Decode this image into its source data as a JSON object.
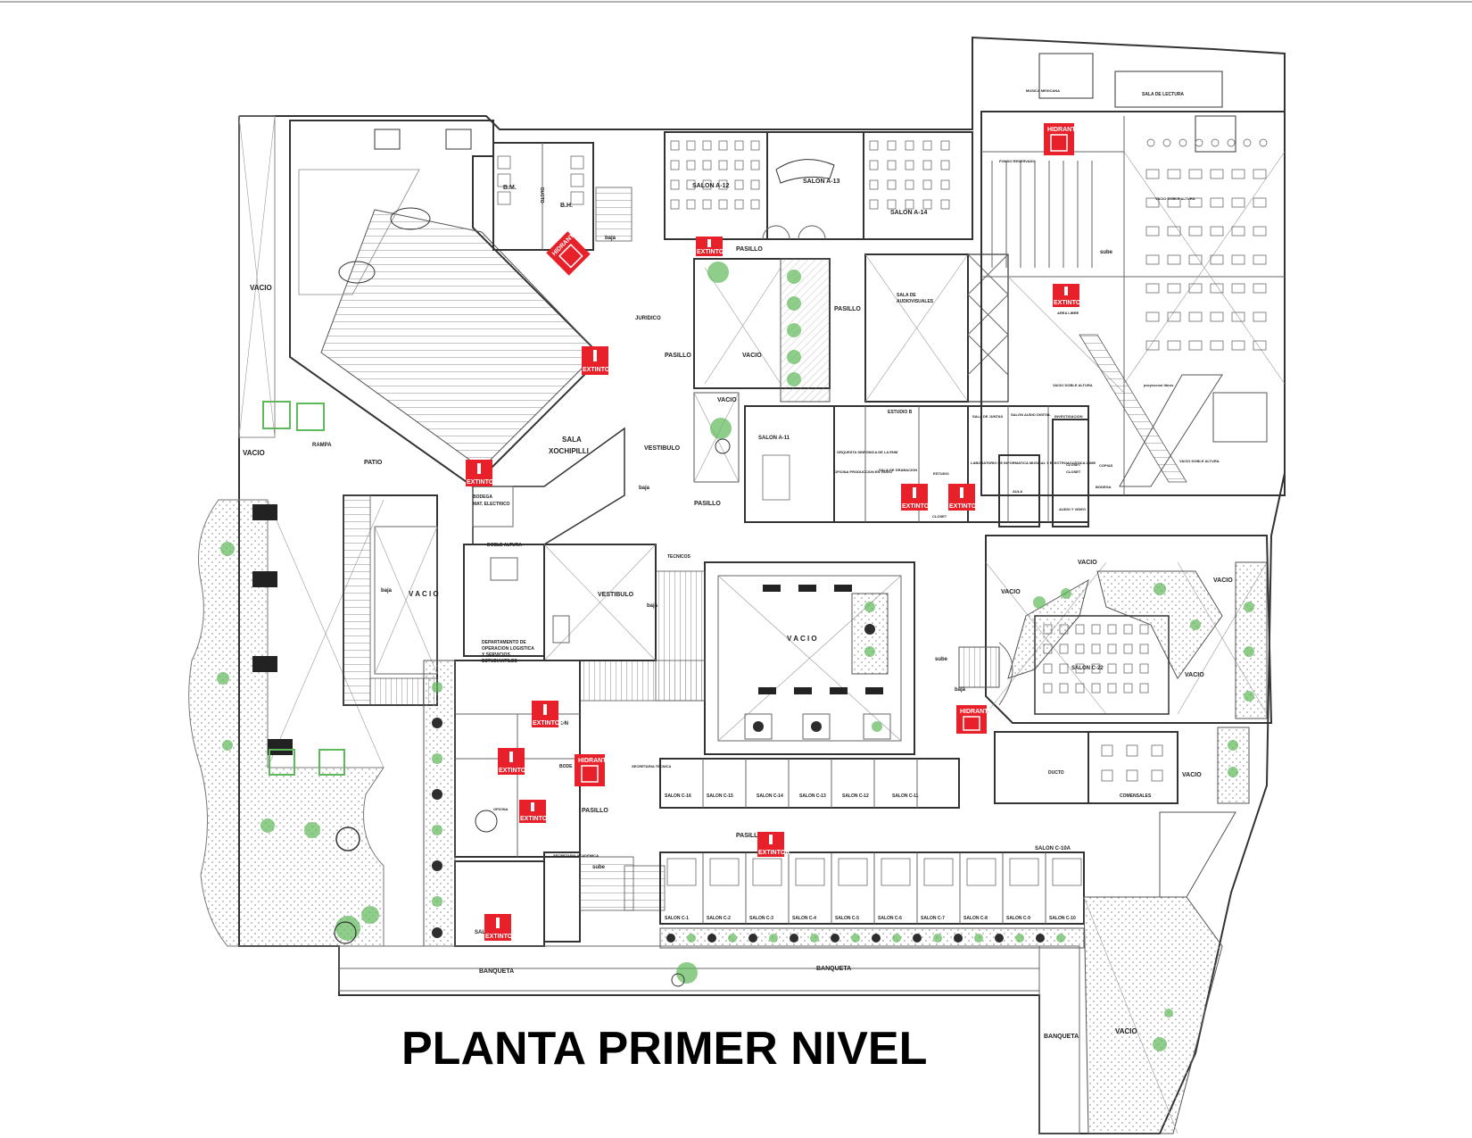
{
  "title": "PLANTA PRIMER NIVEL",
  "colors": {
    "safety_red": "#e8202a",
    "planting_green": "#5fb85a",
    "line": "#333333"
  },
  "signs": {
    "extintor": "EXTINTOR",
    "hidrante": "HIDRANTE"
  },
  "labels": {
    "vacio_w": "VACIO",
    "vacio_w2": "VACIO",
    "patio": "PATIO",
    "bm": "B.M.",
    "bh": "B.H.",
    "ducto": "DUCTO",
    "sala_xochipilli_1": "SALA",
    "sala_xochipilli_2": "XOCHIPILLI",
    "juridico": "JURIDICO",
    "pasillo_1": "PASILLO",
    "pasillo_2": "PASILLO",
    "pasillo_3": "PASILLO",
    "pasillo_4": "PASILLO",
    "pasillo_5": "PASILLO",
    "pasillo_6": "PASILLO",
    "vestibulo_1": "VESTIBULO",
    "vestibulo_2": "VESTIBULO",
    "bodega": "BODEGA",
    "mat_electrico": "MAT. ELECTRICO",
    "doble_altura": "DOBLE ALTURA",
    "depto_1": "DEPARTAMENTO DE",
    "depto_2": "OPERACION LOGISTICA",
    "depto_3": "Y SERVICIOS",
    "depto_4": "ESTUDIANTILES",
    "vacio_c": "V A C I O",
    "vacio_center": "V A C I O",
    "baja_1": "baja",
    "baja_2": "baja",
    "baja_3": "baja",
    "baja_4": "baja",
    "baja_5": "baja",
    "sube_1": "sube",
    "sube_2": "sube",
    "sube_3": "sube",
    "tecnicos": "TECNICOS",
    "salon_a12": "SALON A-12",
    "salon_a13": "SALON A-13",
    "salon_a14": "SALON A-14",
    "salon_a11": "SALON A-11",
    "vacio_a1": "VACIO",
    "vacio_a2": "VACIO",
    "sala_audiovisuales_1": "SALA DE",
    "sala_audiovisuales_2": "AUDIOVISUALES",
    "orquesta": "ORQUESTA SINFONICA DE LA ENM",
    "oficina_video": "OFICINA PRODUCCION EN VIDEO",
    "estudio_b": "ESTUDIO B",
    "sala_grabacion": "SALA DE GRABACION",
    "estudio": "ESTUDIO",
    "sala_juntas": "SALA DE JUNTAS",
    "laboratorio": "LABORATORIO DE INFORMATICA MUSICAL Y ELECTROACUSTICA LIIME",
    "salon_audio": "SALON AUDIO DIGITAL",
    "investigacion": "INVESTIGACION",
    "closet_1": "CLOSET",
    "closet_2": "CLOSET",
    "closet_3": "CLOSET",
    "aula": "AULA",
    "audio_video": "AUDIO Y VIDEO",
    "copias": "COPIAS",
    "bodega_2": "BODEGA",
    "musica_mexicana": "MUSICA MEXICANA",
    "sala_lectura": "SALA DE LECTURA",
    "fondo_reservado": "FONDO RESERVADO",
    "area_libre": "AREA LIBRE",
    "vacio_doble_altura_1": "VACIO DOBLE ALTURA",
    "vacio_doble_altura_2": "VACIO DOBLE ALTURA",
    "vacio_doble_altura_3": "VACIO DOBLE ALTURA",
    "proyeccion_libros": "proyeccion libros",
    "vacio_e1": "VACIO",
    "vacio_e2": "VACIO",
    "vacio_e3": "VACIO",
    "vacio_e4": "VACIO",
    "vacio_e5": "VACIO",
    "salon_c22": "SALON C-22",
    "comensales": "COMENSALES",
    "ducto_2": "DUCTO",
    "secretaria_tecnica": "SECRETARIA TECNICA",
    "secretaria_academica": "SECRETARIA ACADEMICA",
    "oficina": "OFICINA",
    "salon_c16": "SALON C-16",
    "salon_c15": "SALON C-15",
    "salon_c14": "SALON C-14",
    "salon_c13": "SALON C-13",
    "salon_c12": "SALON C-12",
    "salon_c11": "SALON C-11",
    "salon_c10a": "SALON C-10A",
    "salon_c1": "SALON C-1",
    "salon_c2": "SALON C-2",
    "salon_c3": "SALON C-3",
    "salon_c4": "SALON C-4",
    "salon_c5": "SALON C-5",
    "salon_c6": "SALON C-6",
    "salon_c7": "SALON C-7",
    "salon_c8": "SALON C-8",
    "salon_c9": "SALON C-9",
    "salon_c10": "SALON C-10",
    "banqueta_1": "BANQUETA",
    "banqueta_2": "BANQUETA",
    "banqueta_3": "BANQUETA",
    "vacio_se": "VACIO",
    "sala_sw": "SALA",
    "bode": "BODE",
    "on": "ON",
    "rampa": "RAMPA"
  }
}
